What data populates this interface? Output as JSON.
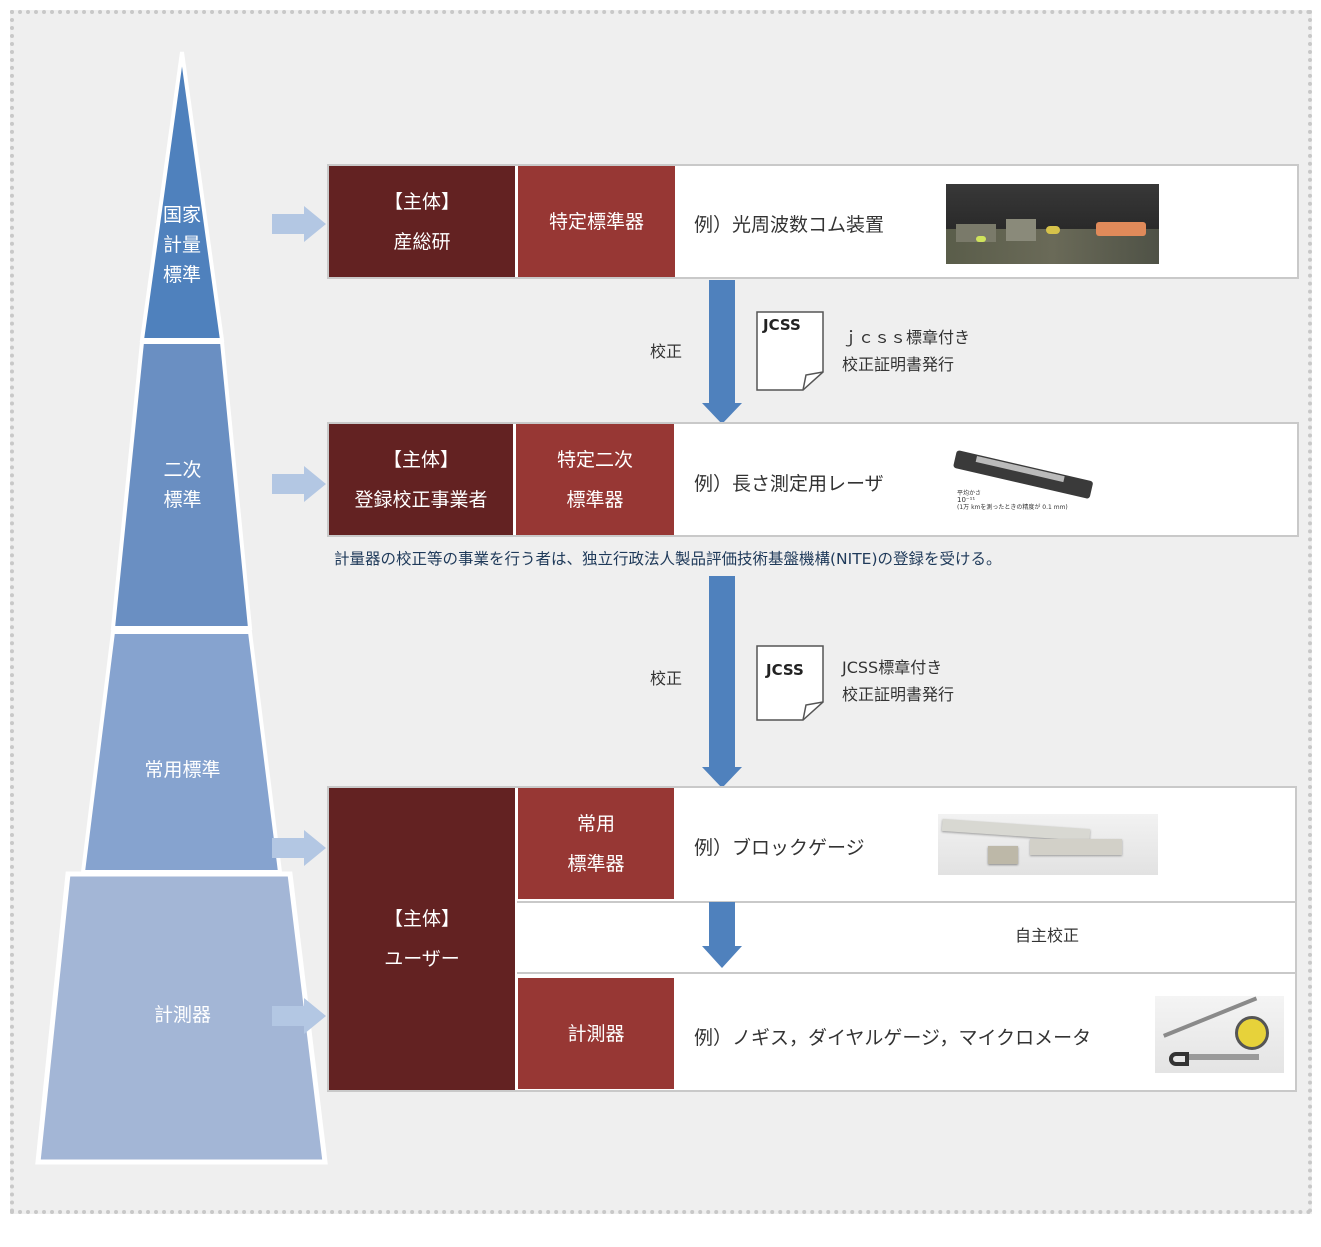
{
  "pyramid": {
    "national": [
      "国家",
      "計量",
      "標準"
    ],
    "secondary": [
      "二次",
      "標準"
    ],
    "working": "常用標準",
    "instruments": "計測器"
  },
  "tiers": {
    "aist": {
      "entity_lines": [
        "【主体】",
        "産総研"
      ],
      "standard": "特定標準器",
      "example": "例）光周波数コム装置"
    },
    "registered": {
      "entity_lines": [
        "【主体】",
        "登録校正事業者"
      ],
      "standard_lines": [
        "特定二次",
        "標準器"
      ],
      "example": "例）長さ測定用レーザ",
      "photo_caption": [
        "平均かさ",
        "10⁻¹¹",
        "(1万 kmを測ったときの精度が 0.1 mm)"
      ]
    },
    "user": {
      "entity_lines": [
        "【主体】",
        "ユーザー"
      ],
      "working_standard_lines": [
        "常用",
        "標準器"
      ],
      "working_example": "例）ブロックゲージ",
      "self_calibration": "自主校正",
      "instrument": "計測器",
      "instrument_example": "例）ノギス，ダイヤルゲージ，マイクロメータ"
    }
  },
  "calibration": [
    {
      "label": "校正",
      "badge": "JCSS",
      "text_lines": [
        "ｊｃｓｓ標章付き",
        "校正証明書発行"
      ]
    },
    {
      "label": "校正",
      "badge": "JCSS",
      "text_lines": [
        "JCSS標章付き",
        "校正証明書発行"
      ]
    }
  ],
  "note": "計量器の校正等の事業を行う者は、独立行政法人製品評価技術基盤機構(NITE)の登録を受ける。",
  "colors": {
    "entity": "#632222",
    "standard": "#973734",
    "arrow": "#4f81bd",
    "side_arrow": "#b3c7e3",
    "pyramid": [
      "#4f81bd",
      "#6a8fc2",
      "#86a3cf",
      "#a3b6d6"
    ]
  }
}
